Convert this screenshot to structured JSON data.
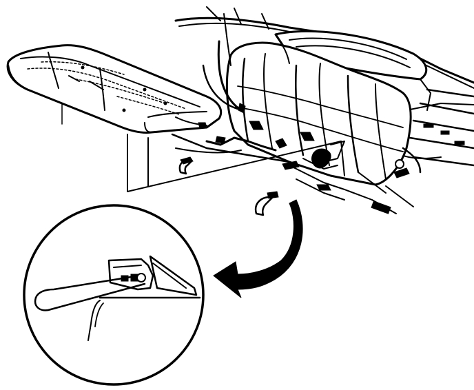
{
  "colors": {
    "ink": "#000000",
    "background": "#ffffff"
  },
  "figure": {
    "parts": [
      "rear-parcel-shelf",
      "rear-seat-back",
      "removed-seat-cushion",
      "cushion-retainer-clip",
      "floor-pan",
      "detail-magnifier",
      "pointer-arrow"
    ]
  }
}
